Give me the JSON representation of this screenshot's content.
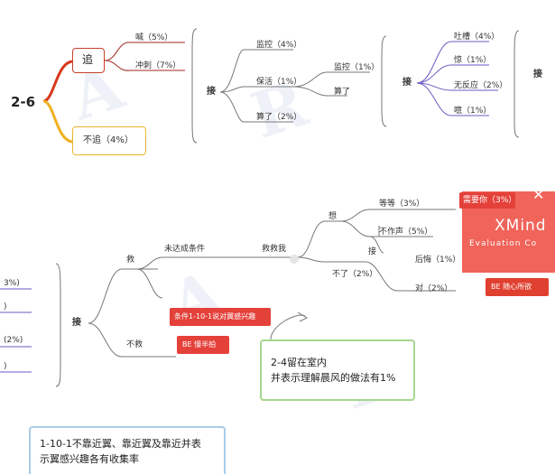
{
  "top": {
    "root": "2-6",
    "chase": "追",
    "chase_opts": [
      "喊（5%）",
      "冲刺（7%）"
    ],
    "no_chase": "不追（4%）",
    "accept": "接",
    "mid": [
      "监控（4%）",
      "保活（1%）",
      "算了（2%）"
    ],
    "sub": [
      "监控（1%）",
      "算了"
    ],
    "accept2": "接",
    "reactions": [
      "吐槽（4%）",
      "惊（1%）",
      "无反应（2%）",
      "噫（1%）"
    ],
    "accept3": "接"
  },
  "bottom": {
    "left_partial": [
      "3%)",
      ")",
      "(2%)",
      ")"
    ],
    "accept": "接",
    "save": "救",
    "not_met": "未达成条件",
    "save_me": "救救我",
    "think": "想",
    "wait": "等等（3%）",
    "need_you": "需要你（3%）",
    "silent": "不作声（5%）",
    "accept_small": "接",
    "regret": "后悔（1%）",
    "no": "不了（2%）",
    "right": "对（2%）",
    "be_follow": "BE 随心所欲",
    "condition": "条件1-10-1说对翼感兴趣",
    "no_save": "不救",
    "be_slow": "BE 慢半拍",
    "note1_line1": "2-4留在室内",
    "note1_line2": "并表示理解晨风的做法有1%",
    "note2_line1": "1-10-1不靠近翼、靠近翼及靠近并表",
    "note2_line2": "示翼感兴趣各有收集率"
  },
  "watermark": {
    "brand": "XMind",
    "sub": "Evaluation Co"
  }
}
